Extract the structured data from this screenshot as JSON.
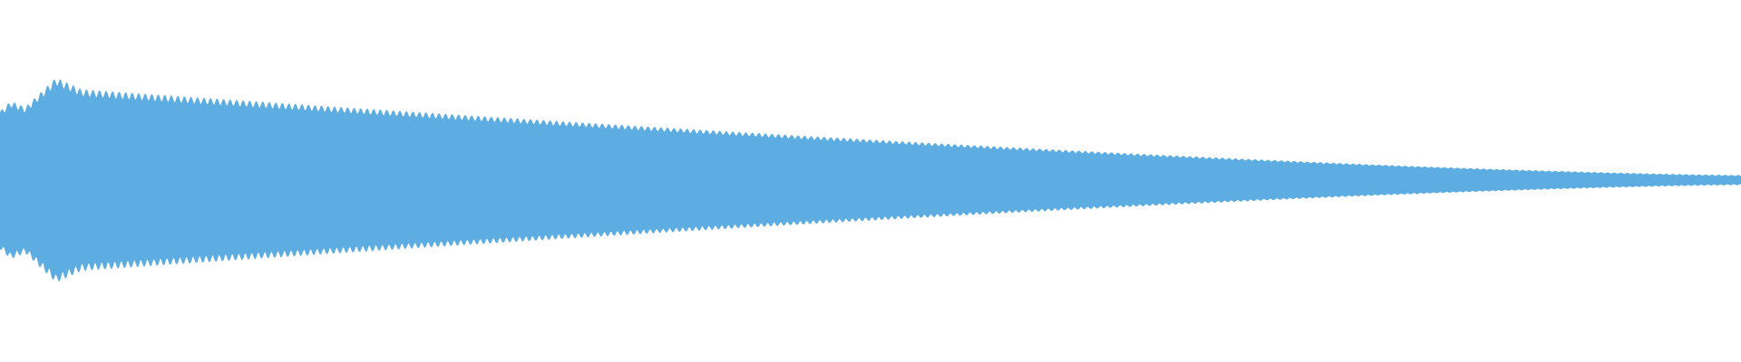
{
  "waveform": {
    "color": "#5dade2",
    "background": "#ffffff",
    "envelope": {
      "description_type": "decaying-oscillation",
      "attack_peak_fraction": 1.0,
      "final_level_fraction": 0.04
    }
  }
}
